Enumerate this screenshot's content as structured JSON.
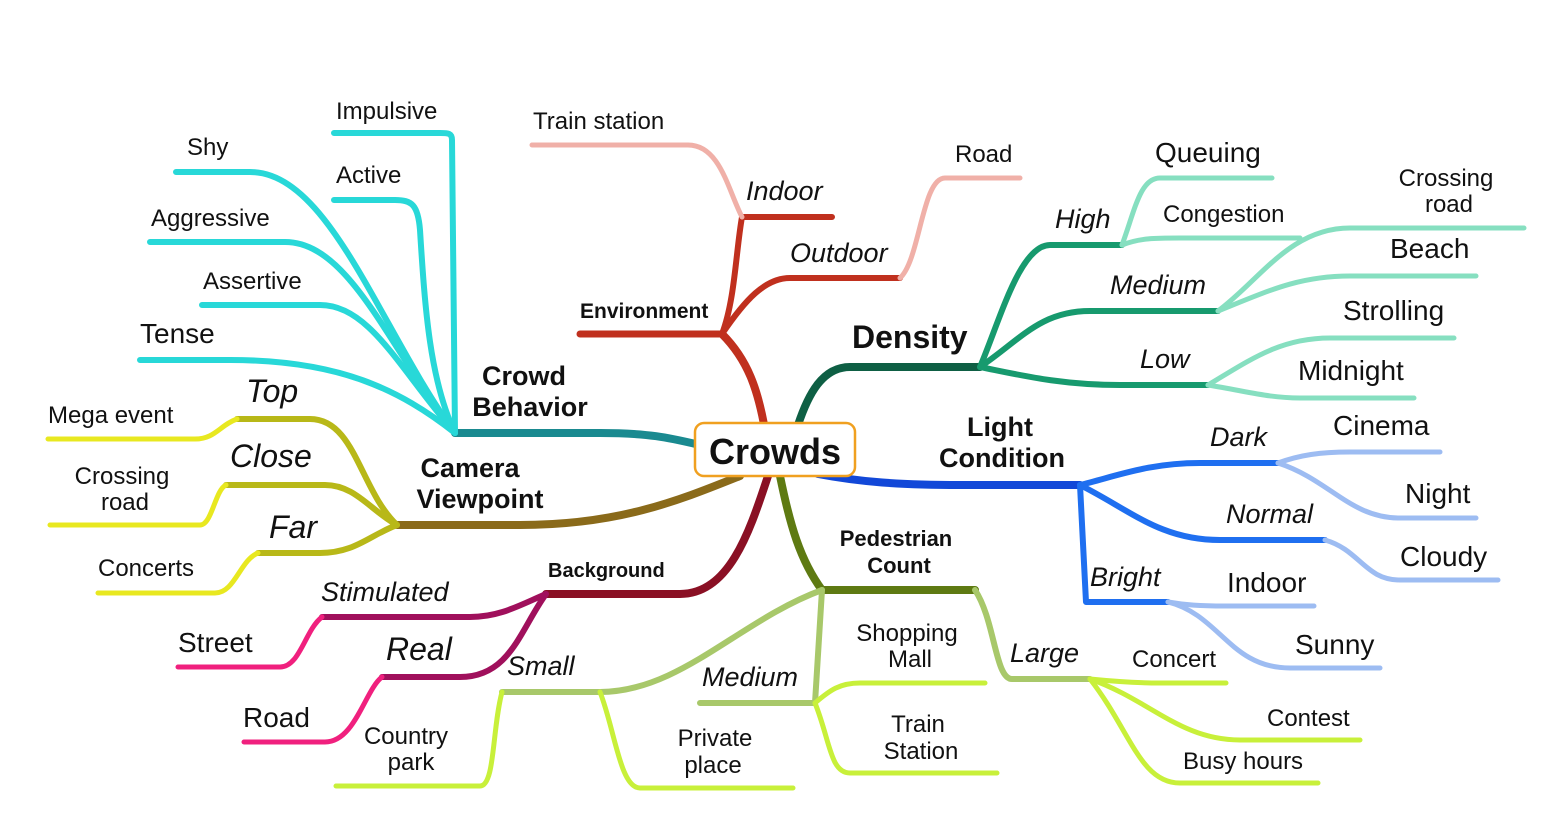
{
  "root": "Crowds",
  "colors": {
    "environment": "#c0301e",
    "indoor_outdoor_leaf": "#f0b0a8",
    "density": "#179a6e",
    "density_root": "#0e5f44",
    "density_leaf": "#86dfc0",
    "light": "#1f6ff0",
    "light_root": "#1248d8",
    "light_leaf": "#9dbcf2",
    "pedestrian": "#5e7a12",
    "pedestrian_mid": "#a8c86a",
    "pedestrian_leaf": "#c8f03a",
    "background": "#8a1024",
    "background_mid": "#a0105c",
    "background_leaf": "#f0207e",
    "camera": "#8a6a1a",
    "camera_mid": "#b8b818",
    "camera_leaf": "#e8e820",
    "behavior": "#1a8a90",
    "behavior_leaf": "#28d8d8"
  },
  "categories": {
    "environment": {
      "label": "Environment",
      "indoor": "Indoor",
      "outdoor": "Outdoor",
      "indoor_leaf": "Train station",
      "outdoor_leaf": "Road"
    },
    "density": {
      "label": "Density",
      "high": {
        "label": "High",
        "items": [
          "Queuing",
          "Congestion"
        ]
      },
      "medium": {
        "label": "Medium",
        "items": [
          "Crossing road",
          "Beach"
        ]
      },
      "low": {
        "label": "Low",
        "items": [
          "Strolling",
          "Midnight"
        ]
      }
    },
    "light": {
      "label_line1": "Light",
      "label_line2": "Condition",
      "dark": {
        "label": "Dark",
        "items": [
          "Cinema",
          "Night"
        ]
      },
      "normal": {
        "label": "Normal",
        "items": [
          "Cloudy"
        ]
      },
      "bright": {
        "label": "Bright",
        "items": [
          "Indoor",
          "Sunny"
        ]
      }
    },
    "pedestrian": {
      "label_line1": "Pedestrian",
      "label_line2": "Count",
      "large": {
        "label": "Large",
        "items": [
          "Concert",
          "Contest",
          "Busy hours"
        ]
      },
      "medium": {
        "label": "Medium",
        "items": [
          "Shopping Mall",
          "Train Station"
        ]
      },
      "small": {
        "label": "Small",
        "items": [
          "Country park",
          "Private place"
        ]
      }
    },
    "background": {
      "label": "Background",
      "stimulated": {
        "label": "Stimulated",
        "items": [
          "Street"
        ]
      },
      "real": {
        "label": "Real",
        "items": [
          "Road"
        ]
      }
    },
    "camera": {
      "label_line1": "Camera",
      "label_line2": "Viewpoint",
      "top": {
        "label": "Top",
        "items": [
          "Mega event"
        ]
      },
      "close": {
        "label": "Close",
        "items": [
          "Crossing road"
        ]
      },
      "far": {
        "label": "Far",
        "items": [
          "Concerts"
        ]
      }
    },
    "behavior": {
      "label_line1": "Crowd",
      "label_line2": "Behavior",
      "items": [
        "Impulsive",
        "Active",
        "Shy",
        "Aggressive",
        "Assertive",
        "Tense"
      ]
    }
  }
}
